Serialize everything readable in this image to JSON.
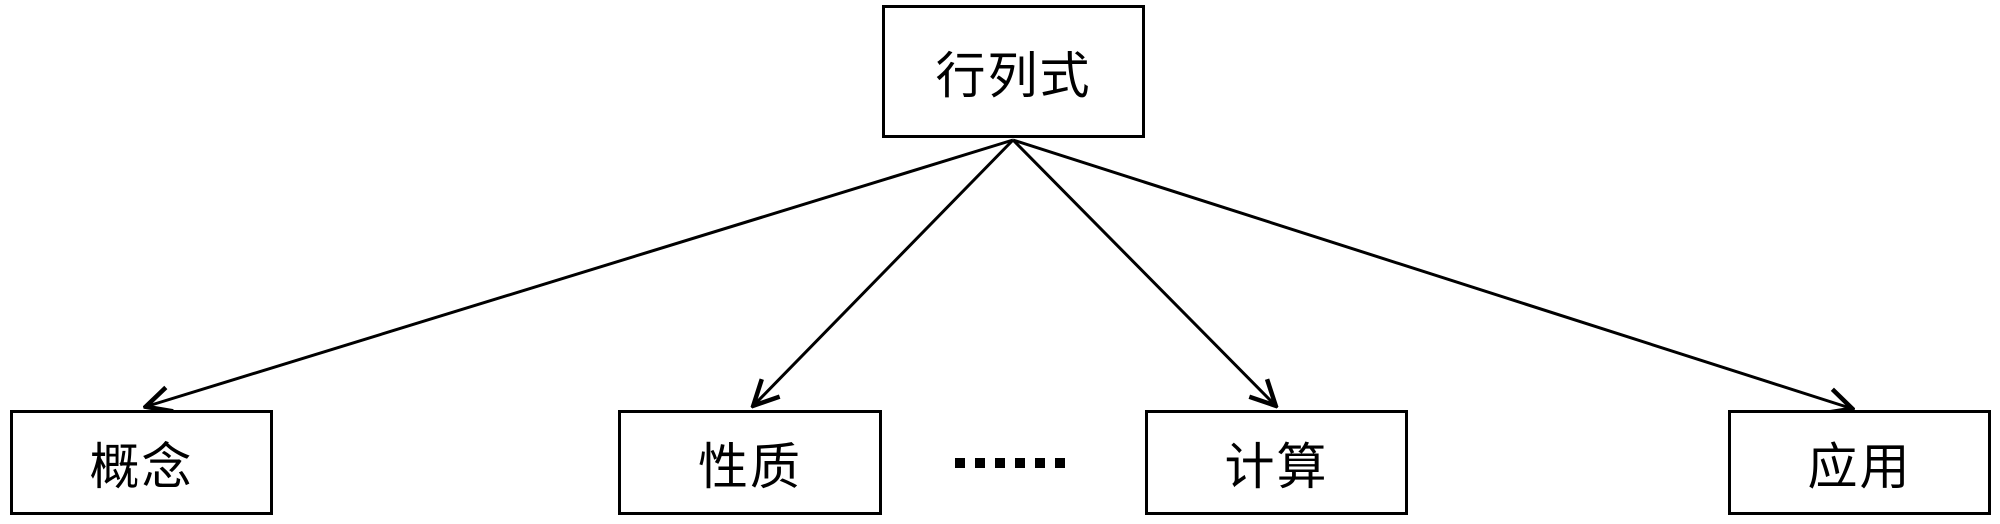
{
  "diagram": {
    "title": "determinant concept map",
    "root": {
      "label": "行列式"
    },
    "children": [
      {
        "label": "概念"
      },
      {
        "label": "性质"
      },
      {
        "label": "计算"
      },
      {
        "label": "应用"
      }
    ],
    "ellipsis": {
      "label": "……",
      "dot_count": 6
    },
    "edges": [
      {
        "from": "行列式",
        "to": "概念"
      },
      {
        "from": "行列式",
        "to": "性质"
      },
      {
        "from": "行列式",
        "to": "计算"
      },
      {
        "from": "行列式",
        "to": "应用"
      }
    ],
    "colors": {
      "line": "#000000",
      "box_border": "#000000",
      "box_fill": "#ffffff",
      "background": "#ffffff",
      "text": "#000000"
    }
  }
}
